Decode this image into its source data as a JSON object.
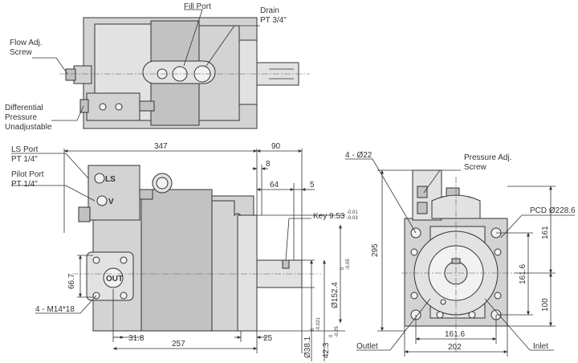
{
  "labels": {
    "fill_port": "Fill Port",
    "drain_line1": "Drain",
    "drain_line2": "PT 3/4\"",
    "flow_adj_line1": "Flow Adj.",
    "flow_adj_line2": "Screw",
    "diff_line1": "Differential",
    "diff_line2": "Pressure",
    "diff_line3": "Unadjustable",
    "ls_port_line1": "LS Port",
    "ls_port_line2": "PT 1/4\"",
    "pilot_port_line1": "Pilot Port",
    "pilot_port_line2": "PT 1/4\"",
    "ls_mark": "LS",
    "v_mark": "V",
    "out_mark": "OUT",
    "m14": "4 - M14*18",
    "holes_22": "4 - Ø22",
    "pressure_adj_line1": "Pressure Adj.",
    "pressure_adj_line2": "Screw",
    "pcd": "PCD Ø228.6",
    "outlet": "Outlet",
    "inlet": "Inlet",
    "key_main": "Key 9.53",
    "key_tol_top": "-0.01",
    "key_tol_bottom": "-0.03"
  },
  "dimensions": {
    "d347": "347",
    "d90": "90",
    "d8": "8",
    "d64": "64",
    "d5": "5",
    "d66_7": "66.7",
    "d31_8": "31.8",
    "d257": "257",
    "d25": "25",
    "d152_4": "Ø152.4",
    "d152_4_tol_top": "0",
    "d152_4_tol_bottom": "-0.05",
    "d38_1": "Ø38.1",
    "d38_1_tol_top": "0",
    "d38_1_tol_bottom": "-0.021",
    "d42_3": "42.3",
    "d42_3_tol_top": "0",
    "d42_3_tol_bottom": "-0.25",
    "d295": "295",
    "d161": "161",
    "d161_6_v": "161.6",
    "d100": "100",
    "d161_6_h": "161.6",
    "d202": "202"
  }
}
